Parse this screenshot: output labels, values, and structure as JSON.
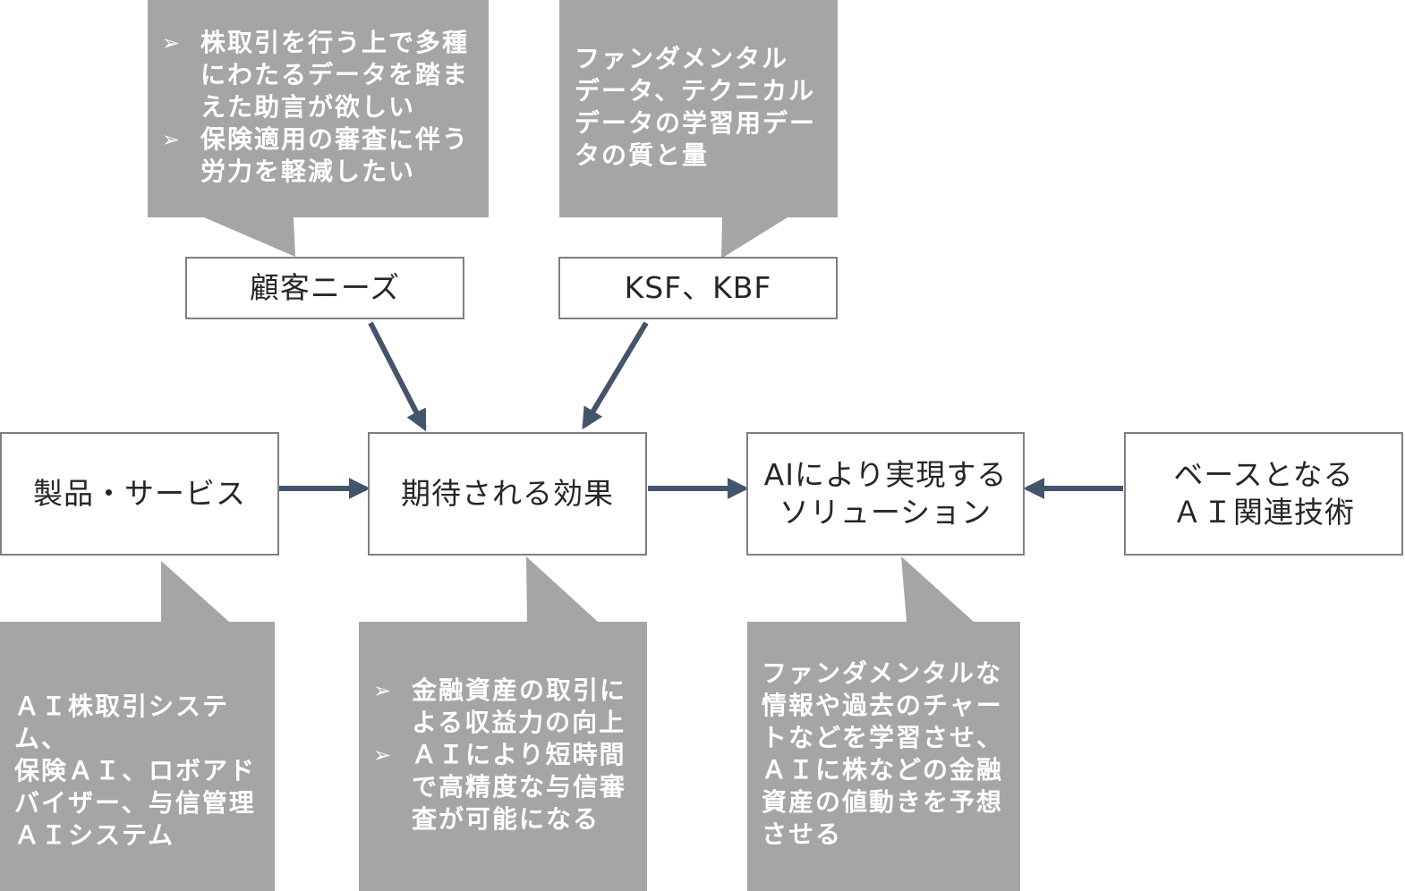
{
  "colors": {
    "callout_fill": "#a5a5a5",
    "arrow": "#44546a",
    "box_border": "#7f7f7f"
  },
  "boxes": {
    "customer_needs": "顧客ニーズ",
    "ksf_kbf": "KSF、KBF",
    "products": "製品・サービス",
    "expected_effects": "期待される効果",
    "ai_solution": "AIにより実現する\nソリューション",
    "base_ai_tech": "ベースとなる\nＡＩ関連技術"
  },
  "callouts": {
    "customer_needs": {
      "bullet_icon": "arrowhead-bullet-icon",
      "items": [
        "株取引を行う上で多種\nにわたるデータを踏ま\nえた助言が欲しい",
        "保険適用の審査に伴う\n労力を軽減したい"
      ]
    },
    "ksf_kbf": {
      "text": "ファンダメンタル\nデータ、テクニカル\nデータの学習用デー\nタの質と量"
    },
    "products": {
      "text": "ＡＩ株取引システム、\n保険ＡＩ、ロボアド\nバイザー、与信管理\nＡＩシステム"
    },
    "expected_effects": {
      "bullet_icon": "arrowhead-bullet-icon",
      "items": [
        "金融資産の取引に\nよる収益力の向上",
        "ＡＩにより短時間\nで高精度な与信審\n査が可能になる"
      ]
    },
    "ai_solution": {
      "text": "ファンダメンタルな\n情報や過去のチャー\nトなどを学習させ、\nＡＩに株などの金融\n資産の値動きを予想\nさせる"
    }
  }
}
